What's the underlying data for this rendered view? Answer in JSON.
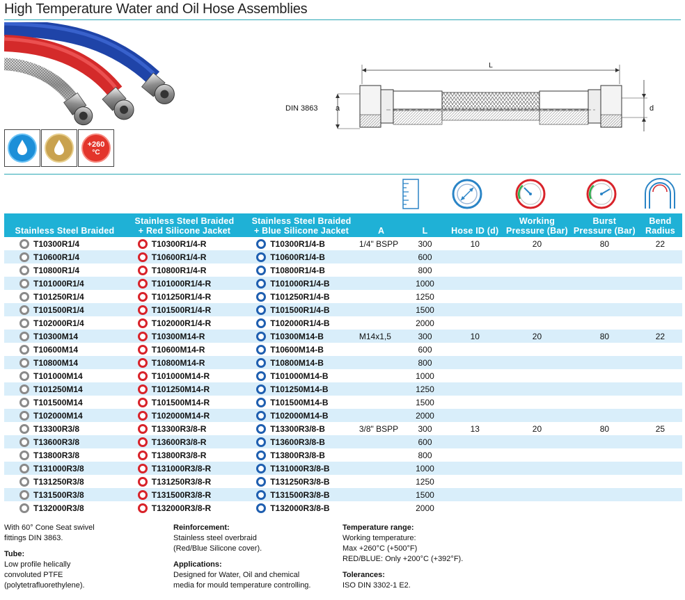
{
  "title": "High Temperature Water and Oil Hose Assemblies",
  "icons": [
    {
      "name": "water-drop-icon",
      "color": "#1c8fd8"
    },
    {
      "name": "oil-drop-icon",
      "color": "#c9a24f"
    },
    {
      "name": "temperature-badge-icon",
      "color": "#e3352b",
      "text_line1": "+260",
      "text_line2": "°C"
    }
  ],
  "diagram": {
    "standard": "DIN 3863",
    "label_a": "a",
    "label_d": "d",
    "label_l": "L"
  },
  "table": {
    "headers": {
      "col1": "Stainless Steel Braided",
      "col2_line1": "Stainless Steel Braided",
      "col2_line2": "+ Red Silicone Jacket",
      "col3_line1": "Stainless Steel Braided",
      "col3_line2": "+ Blue Silicone Jacket",
      "colA": "A",
      "colL": "L",
      "colHose": "Hose ID (d)",
      "colWork_line1": "Working",
      "colWork_line2": "Pressure (Bar)",
      "colBurst_line1": "Burst",
      "colBurst_line2": "Pressure (Bar)",
      "colBend_line1": "Bend",
      "colBend_line2": "Radius"
    },
    "rows": [
      {
        "p1": "T10300R1/4",
        "p2": "T10300R1/4-R",
        "p3": "T10300R1/4-B",
        "a": "1/4\" BSPP",
        "l": "300",
        "d": "10",
        "wp": "20",
        "bp": "80",
        "br": "22"
      },
      {
        "p1": "T10600R1/4",
        "p2": "T10600R1/4-R",
        "p3": "T10600R1/4-B",
        "a": "",
        "l": "600",
        "d": "",
        "wp": "",
        "bp": "",
        "br": ""
      },
      {
        "p1": "T10800R1/4",
        "p2": "T10800R1/4-R",
        "p3": "T10800R1/4-B",
        "a": "",
        "l": "800",
        "d": "",
        "wp": "",
        "bp": "",
        "br": ""
      },
      {
        "p1": "T101000R1/4",
        "p2": "T101000R1/4-R",
        "p3": "T101000R1/4-B",
        "a": "",
        "l": "1000",
        "d": "",
        "wp": "",
        "bp": "",
        "br": ""
      },
      {
        "p1": "T101250R1/4",
        "p2": "T101250R1/4-R",
        "p3": "T101250R1/4-B",
        "a": "",
        "l": "1250",
        "d": "",
        "wp": "",
        "bp": "",
        "br": ""
      },
      {
        "p1": "T101500R1/4",
        "p2": "T101500R1/4-R",
        "p3": "T101500R1/4-B",
        "a": "",
        "l": "1500",
        "d": "",
        "wp": "",
        "bp": "",
        "br": ""
      },
      {
        "p1": "T102000R1/4",
        "p2": "T102000R1/4-R",
        "p3": "T102000R1/4-B",
        "a": "",
        "l": "2000",
        "d": "",
        "wp": "",
        "bp": "",
        "br": ""
      },
      {
        "p1": "T10300M14",
        "p2": "T10300M14-R",
        "p3": "T10300M14-B",
        "a": "M14x1,5",
        "l": "300",
        "d": "10",
        "wp": "20",
        "bp": "80",
        "br": "22"
      },
      {
        "p1": "T10600M14",
        "p2": "T10600M14-R",
        "p3": "T10600M14-B",
        "a": "",
        "l": "600",
        "d": "",
        "wp": "",
        "bp": "",
        "br": ""
      },
      {
        "p1": "T10800M14",
        "p2": "T10800M14-R",
        "p3": "T10800M14-B",
        "a": "",
        "l": "800",
        "d": "",
        "wp": "",
        "bp": "",
        "br": ""
      },
      {
        "p1": "T101000M14",
        "p2": "T101000M14-R",
        "p3": "T101000M14-B",
        "a": "",
        "l": "1000",
        "d": "",
        "wp": "",
        "bp": "",
        "br": ""
      },
      {
        "p1": "T101250M14",
        "p2": "T101250M14-R",
        "p3": "T101250M14-B",
        "a": "",
        "l": "1250",
        "d": "",
        "wp": "",
        "bp": "",
        "br": ""
      },
      {
        "p1": "T101500M14",
        "p2": "T101500M14-R",
        "p3": "T101500M14-B",
        "a": "",
        "l": "1500",
        "d": "",
        "wp": "",
        "bp": "",
        "br": ""
      },
      {
        "p1": "T102000M14",
        "p2": "T102000M14-R",
        "p3": "T102000M14-B",
        "a": "",
        "l": "2000",
        "d": "",
        "wp": "",
        "bp": "",
        "br": ""
      },
      {
        "p1": "T13300R3/8",
        "p2": "T13300R3/8-R",
        "p3": "T13300R3/8-B",
        "a": "3/8\" BSPP",
        "l": "300",
        "d": "13",
        "wp": "20",
        "bp": "80",
        "br": "25"
      },
      {
        "p1": "T13600R3/8",
        "p2": "T13600R3/8-R",
        "p3": "T13600R3/8-B",
        "a": "",
        "l": "600",
        "d": "",
        "wp": "",
        "bp": "",
        "br": ""
      },
      {
        "p1": "T13800R3/8",
        "p2": "T13800R3/8-R",
        "p3": "T13800R3/8-B",
        "a": "",
        "l": "800",
        "d": "",
        "wp": "",
        "bp": "",
        "br": ""
      },
      {
        "p1": "T131000R3/8",
        "p2": "T131000R3/8-R",
        "p3": "T131000R3/8-B",
        "a": "",
        "l": "1000",
        "d": "",
        "wp": "",
        "bp": "",
        "br": ""
      },
      {
        "p1": "T131250R3/8",
        "p2": "T131250R3/8-R",
        "p3": "T131250R3/8-B",
        "a": "",
        "l": "1250",
        "d": "",
        "wp": "",
        "bp": "",
        "br": ""
      },
      {
        "p1": "T131500R3/8",
        "p2": "T131500R3/8-R",
        "p3": "T131500R3/8-B",
        "a": "",
        "l": "1500",
        "d": "",
        "wp": "",
        "bp": "",
        "br": ""
      },
      {
        "p1": "T132000R3/8",
        "p2": "T132000R3/8-R",
        "p3": "T132000R3/8-B",
        "a": "",
        "l": "2000",
        "d": "",
        "wp": "",
        "bp": "",
        "br": ""
      }
    ]
  },
  "notes": {
    "col1": {
      "intro_line1": "With 60° Cone Seat swivel",
      "intro_line2": "fittings DIN 3863.",
      "tube_heading": "Tube:",
      "tube_line1": "Low profile helically",
      "tube_line2": "convoluted PTFE",
      "tube_line3": "(polytetrafluorethylene)."
    },
    "col2": {
      "reinf_heading": "Reinforcement:",
      "reinf_line1": "Stainless steel overbraid",
      "reinf_line2": "(Red/Blue Silicone cover).",
      "app_heading": "Applications:",
      "app_line1": "Designed for Water, Oil and chemical",
      "app_line2": "media for mould temperature controlling."
    },
    "col3": {
      "temp_heading": "Temperature range:",
      "temp_line1": "Working temperature:",
      "temp_line2": "Max +260°C (+500°F)",
      "temp_line3": "RED/BLUE: Only +200°C (+392°F).",
      "tol_heading": "Tolerances:",
      "tol_line1": "ISO DIN 3302-1 E2."
    }
  }
}
